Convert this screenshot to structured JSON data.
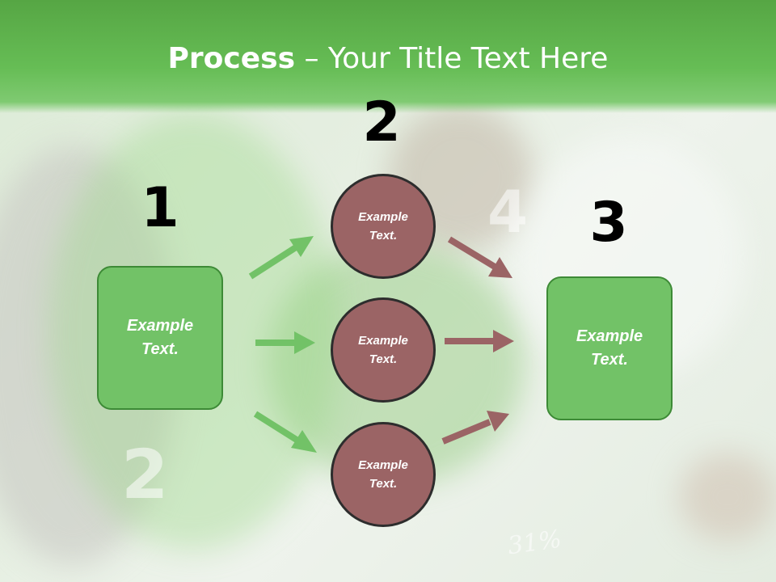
{
  "title": {
    "bold": "Process",
    "rest": " – Your Title Text Here"
  },
  "steps": [
    {
      "number": "1",
      "text": "Example Text."
    },
    {
      "number": "2",
      "nodes": [
        "Example Text.",
        "Example Text.",
        "Example Text."
      ]
    },
    {
      "number": "3",
      "text": "Example Text."
    }
  ],
  "background_decor": {
    "big_digit_4": "4",
    "big_digit_2": "2",
    "percent": "31%"
  },
  "colors": {
    "header": "#66bd55",
    "box": "#72c267",
    "circle": "#9b6465",
    "arrow_in": "#72c267",
    "arrow_out": "#9b6465"
  }
}
